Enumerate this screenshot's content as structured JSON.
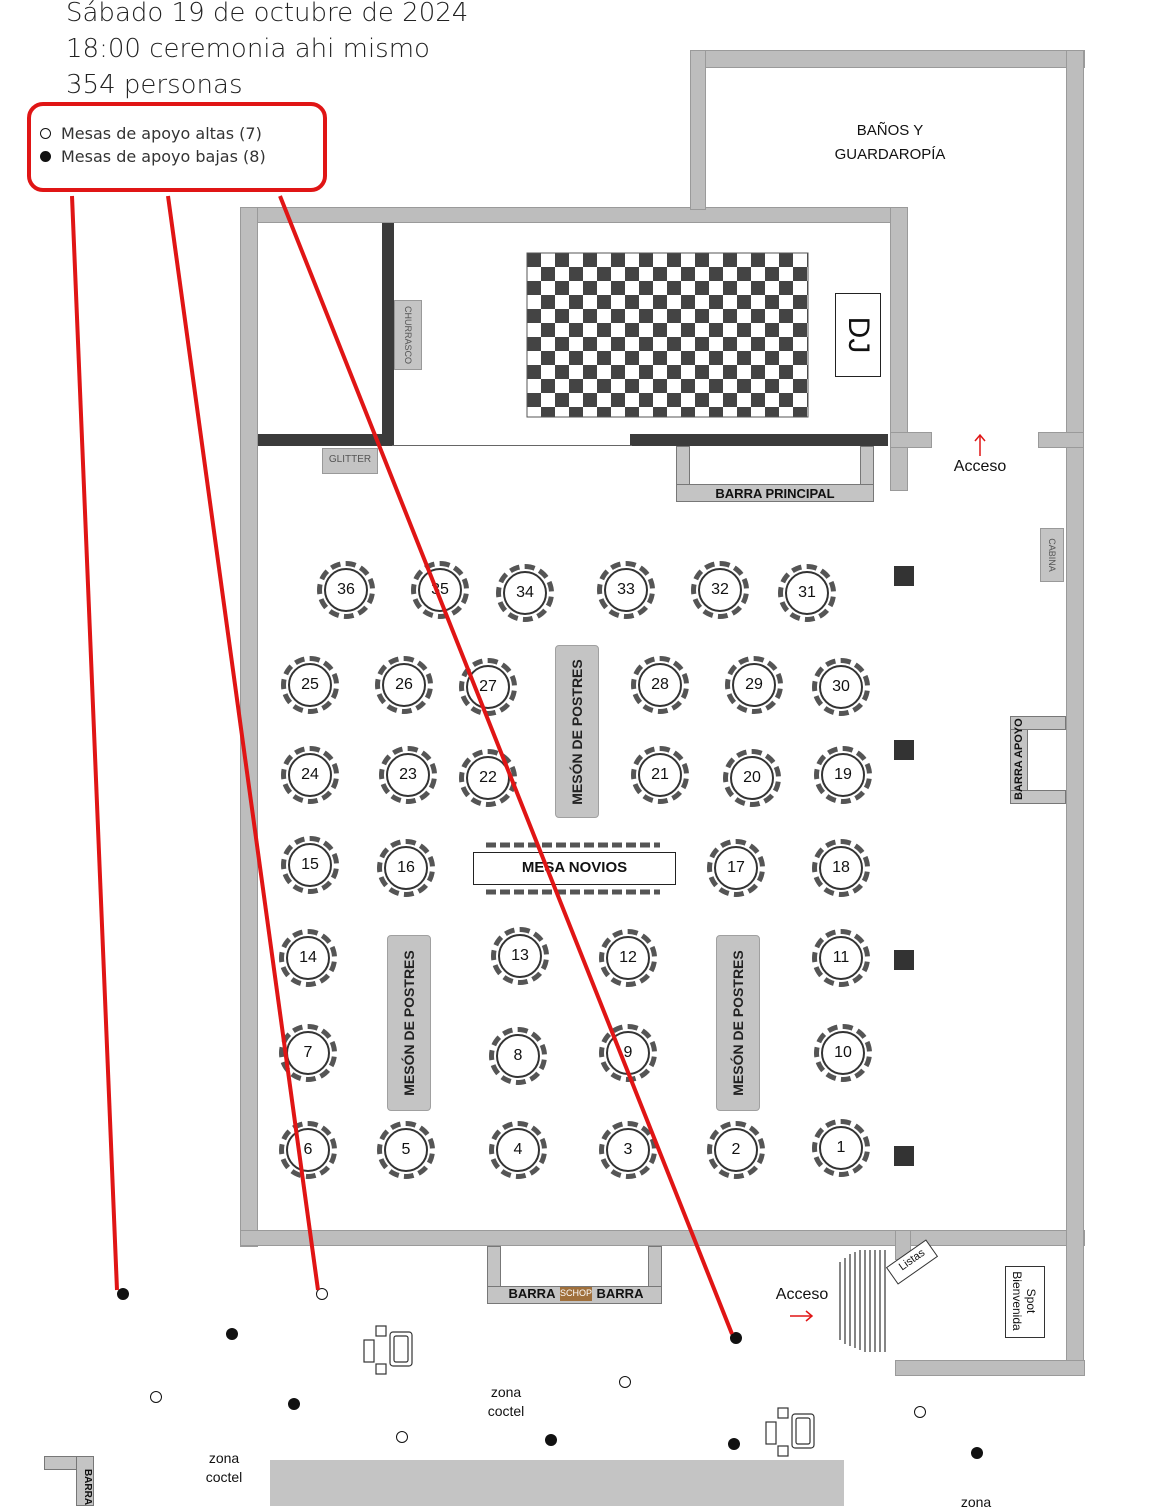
{
  "header": {
    "date": "Sábado 19 de octubre de 2024",
    "ceremony": "18:00 ceremonia ahi mismo",
    "guests": "354 personas"
  },
  "legend": {
    "high_tables": "Mesas de apoyo altas (7)",
    "low_tables": "Mesas de apoyo bajas (8)"
  },
  "labels": {
    "banos": "BAÑOS Y",
    "guardaropia": "GUARDAROPÍA",
    "dj": "DJ",
    "churrasco": "CHURRASCO",
    "glitter": "GLITTER",
    "barra_principal": "BARRA PRINCIPAL",
    "acceso": "Acceso",
    "cabina": "CABINA",
    "barra_apoyo": "BARRA APOYO",
    "meson_postres": "MESÓN DE POSTRES",
    "mesa_novios": "MESA NOVIOS",
    "barra": "BARRA",
    "schop": "SCHOP",
    "listas": "Listas",
    "spot_line1": "Spot",
    "spot_line2": "Bienvenida",
    "zona": "zona",
    "coctel": "coctel"
  },
  "tables": [
    "36",
    "35",
    "34",
    "33",
    "32",
    "31",
    "25",
    "26",
    "27",
    "28",
    "29",
    "30",
    "24",
    "23",
    "22",
    "21",
    "20",
    "19",
    "15",
    "16",
    "17",
    "18",
    "14",
    "13",
    "12",
    "11",
    "7",
    "8",
    "9",
    "10",
    "6",
    "5",
    "4",
    "3",
    "2",
    "1"
  ],
  "colors": {
    "annotation": "#e01515",
    "wall": "#bdbdbd",
    "dark_wall": "#3b3b3b",
    "schop": "#a0703c"
  }
}
